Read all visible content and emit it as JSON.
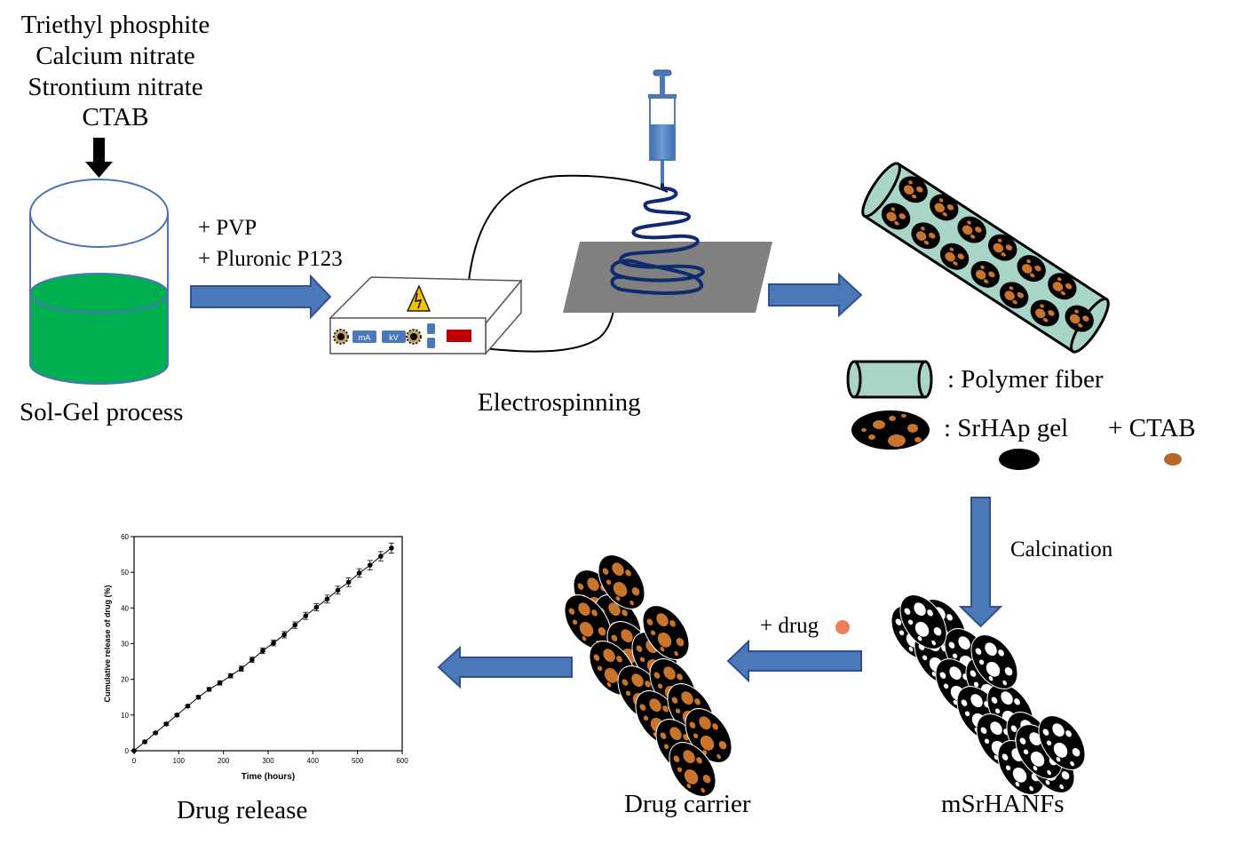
{
  "reagents": [
    "Triethyl phosphite",
    "Calcium nitrate",
    "Strontium nitrate",
    "CTAB"
  ],
  "labels": {
    "sol_gel": "Sol-Gel process",
    "additive_1": "+ PVP",
    "additive_2": "+ Pluronic P123",
    "electrospinning": "Electrospinning",
    "legend_fiber": ": Polymer fiber",
    "legend_gel": ": SrHAp gel",
    "legend_ctab": "+ CTAB",
    "calcination": "Calcination",
    "add_drug": "+ drug",
    "msrhanfs": "mSrHANFs",
    "drug_carrier": "Drug carrier",
    "drug_release": "Drug release"
  },
  "device": {
    "button_1": "mA",
    "button_2": "kV"
  },
  "colors": {
    "arrow": "#4a78b8",
    "arrow_stroke": "#2f528f",
    "solution": "#00b050",
    "fiber": "#a8d5c8",
    "pore": "#c8742d",
    "drug": "#ee7f55",
    "jet": "#0f2a6e",
    "plate": "#808080"
  },
  "chart_data": {
    "type": "line",
    "xlabel": "Time (hours)",
    "ylabel": "Cumulative release of drug (%)",
    "xlim": [
      0,
      600
    ],
    "ylim": [
      0,
      60
    ],
    "xticks": [
      0,
      100,
      200,
      300,
      400,
      500,
      600
    ],
    "yticks": [
      0,
      10,
      20,
      30,
      40,
      50,
      60
    ],
    "x": [
      0,
      24,
      48,
      72,
      96,
      120,
      144,
      168,
      192,
      216,
      240,
      264,
      288,
      312,
      336,
      360,
      384,
      408,
      432,
      456,
      480,
      504,
      528,
      552,
      576
    ],
    "y": [
      0,
      2.5,
      5.0,
      7.5,
      10.0,
      12.5,
      15.0,
      17.2,
      19.0,
      21.0,
      23.0,
      25.5,
      28.0,
      30.2,
      32.5,
      35.2,
      37.8,
      40.2,
      42.5,
      45.0,
      47.2,
      49.8,
      52.0,
      54.5,
      56.8
    ],
    "error": [
      0,
      0.3,
      0.3,
      0.4,
      0.4,
      0.4,
      0.5,
      0.5,
      0.6,
      0.6,
      0.7,
      0.7,
      0.8,
      0.8,
      0.9,
      0.9,
      1.0,
      1.0,
      1.1,
      1.1,
      1.2,
      1.2,
      1.3,
      1.3,
      1.4
    ]
  }
}
